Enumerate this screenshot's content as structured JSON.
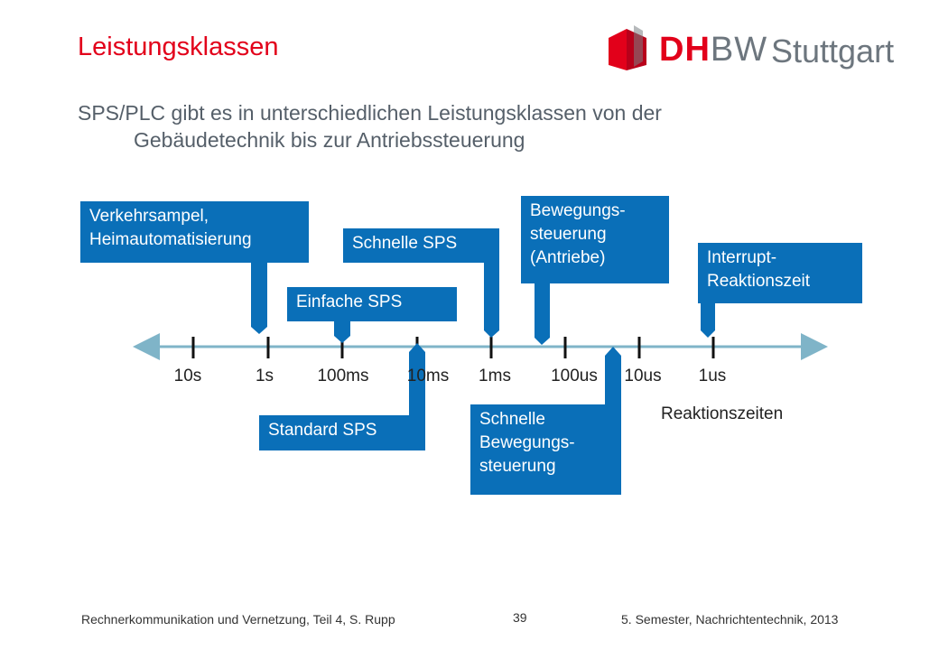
{
  "title": "Leistungsklassen",
  "logo": {
    "dh": "DH",
    "bw": "BW",
    "city": "Stuttgart"
  },
  "subtitle": {
    "line1": "SPS/PLC gibt es in unterschiedlichen Leistungsklassen von der",
    "line2": "Gebäudetechnik bis zur Antriebssteuerung"
  },
  "ticks": [
    "10s",
    "1s",
    "100ms",
    "10ms",
    "1ms",
    "100us",
    "10us",
    "1us"
  ],
  "axis_label": "Reaktionszeiten",
  "boxes": {
    "verkehr_1": "Verkehrsampel,",
    "verkehr_2": "Heimautomatisierung",
    "einfache": "Einfache SPS",
    "schnelle": "Schnelle SPS",
    "bewegung_1": "Bewegungs-",
    "bewegung_2": "steuerung",
    "bewegung_3": "(Antriebe)",
    "interrupt_1": "Interrupt-",
    "interrupt_2": "Reaktionszeit",
    "standard": "Standard SPS",
    "schnellbew_1": "Schnelle",
    "schnellbew_2": "Bewegungs-",
    "schnellbew_3": "steuerung"
  },
  "footer": {
    "left": "Rechnerkommunikation und Vernetzung, Teil 4, S. Rupp",
    "page": "39",
    "right": "5. Semester, Nachrichtentechnik, 2013"
  },
  "colors": {
    "accent_red": "#e2001a",
    "box_blue": "#0a6fb8",
    "axis": "#7fb4c8"
  }
}
